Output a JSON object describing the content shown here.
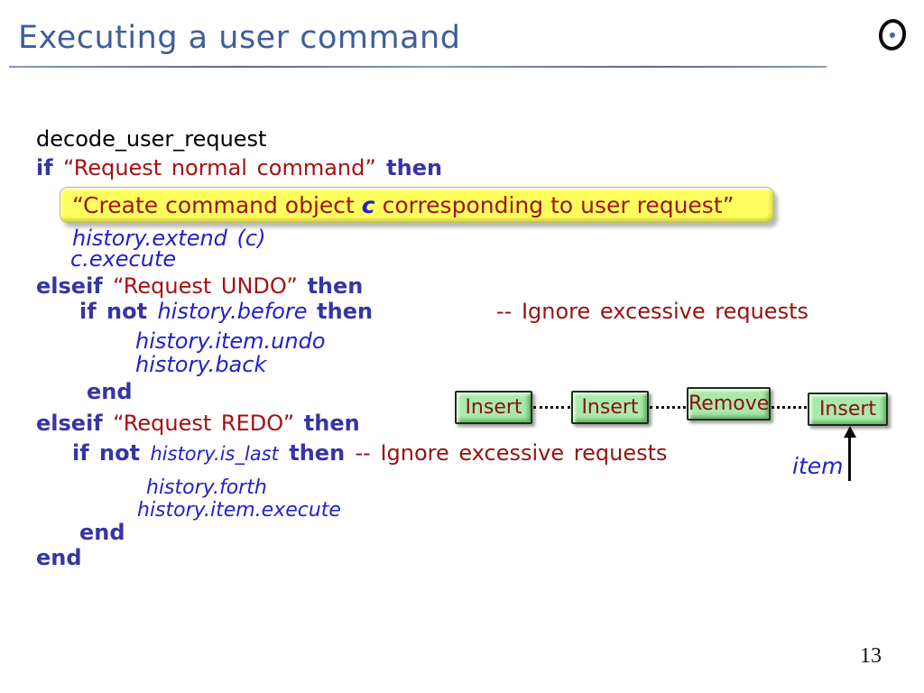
{
  "slide": {
    "title": "Executing a user command",
    "page_number": "13"
  },
  "logo": {
    "icon": "circle-dot-logo"
  },
  "colors": {
    "title": "#3d5f99",
    "keyword": "#3535a4",
    "identifier": "#2121cc",
    "string": "#a31212",
    "comment": "#991111",
    "plain_text": "#000000",
    "highlight_box_bg": "#ffff5e",
    "button_face": "#a9eaa9",
    "button_text": "#8b1010"
  },
  "code": {
    "lines": [
      {
        "segments": [
          {
            "text": "decode_user_request",
            "style": "plain"
          }
        ]
      },
      {
        "segments": [
          {
            "text": "if ",
            "style": "keyword"
          },
          {
            "text": "“Request normal command”",
            "style": "string"
          },
          {
            "text": " then",
            "style": "keyword"
          }
        ]
      },
      {
        "segments": [
          {
            "text": "history.extend (c)",
            "style": "identifier"
          }
        ]
      },
      {
        "segments": [
          {
            "text": "c.execute",
            "style": "identifier"
          }
        ]
      },
      {
        "segments": [
          {
            "text": "elseif ",
            "style": "keyword"
          },
          {
            "text": "“Request UNDO” ",
            "style": "string"
          },
          {
            "text": "then",
            "style": "keyword"
          }
        ]
      },
      {
        "segments": [
          {
            "text": "if not ",
            "style": "keyword"
          },
          {
            "text": "history.before ",
            "style": "identifier"
          },
          {
            "text": "then",
            "style": "keyword"
          }
        ]
      },
      {
        "segments": [
          {
            "text": "history.item.undo",
            "style": "identifier"
          }
        ]
      },
      {
        "segments": [
          {
            "text": "history.back",
            "style": "identifier"
          }
        ]
      },
      {
        "segments": [
          {
            "text": "end",
            "style": "keyword"
          }
        ]
      },
      {
        "segments": [
          {
            "text": "elseif ",
            "style": "keyword"
          },
          {
            "text": "“Request REDO” ",
            "style": "string"
          },
          {
            "text": "then",
            "style": "keyword"
          }
        ]
      },
      {
        "segments": [
          {
            "text": "if not ",
            "style": "keyword"
          },
          {
            "text": "history.is_last",
            "style": "identifier-small"
          },
          {
            "text": " then ",
            "style": "keyword"
          },
          {
            "text": "-- Ignore excessive requests",
            "style": "comment"
          }
        ]
      },
      {
        "segments": [
          {
            "text": "history.forth",
            "style": "identifier"
          }
        ]
      },
      {
        "segments": [
          {
            "text": "history.item.execute",
            "style": "identifier"
          }
        ]
      },
      {
        "segments": [
          {
            "text": "end",
            "style": "keyword"
          }
        ]
      },
      {
        "segments": [
          {
            "text": "end",
            "style": "keyword"
          }
        ]
      }
    ]
  },
  "highlight_box": {
    "segments": [
      {
        "text": "“Create command object ",
        "style": "string"
      },
      {
        "text": "c",
        "style": "identifier"
      },
      {
        "text": " corresponding to user request”",
        "style": "string"
      }
    ]
  },
  "comments": {
    "undo": "-- Ignore excessive requests"
  },
  "diagram": {
    "buttons": [
      {
        "label": "Insert"
      },
      {
        "label": "Insert"
      },
      {
        "label": "Remove"
      },
      {
        "label": "Insert"
      }
    ],
    "item_label": "item"
  }
}
